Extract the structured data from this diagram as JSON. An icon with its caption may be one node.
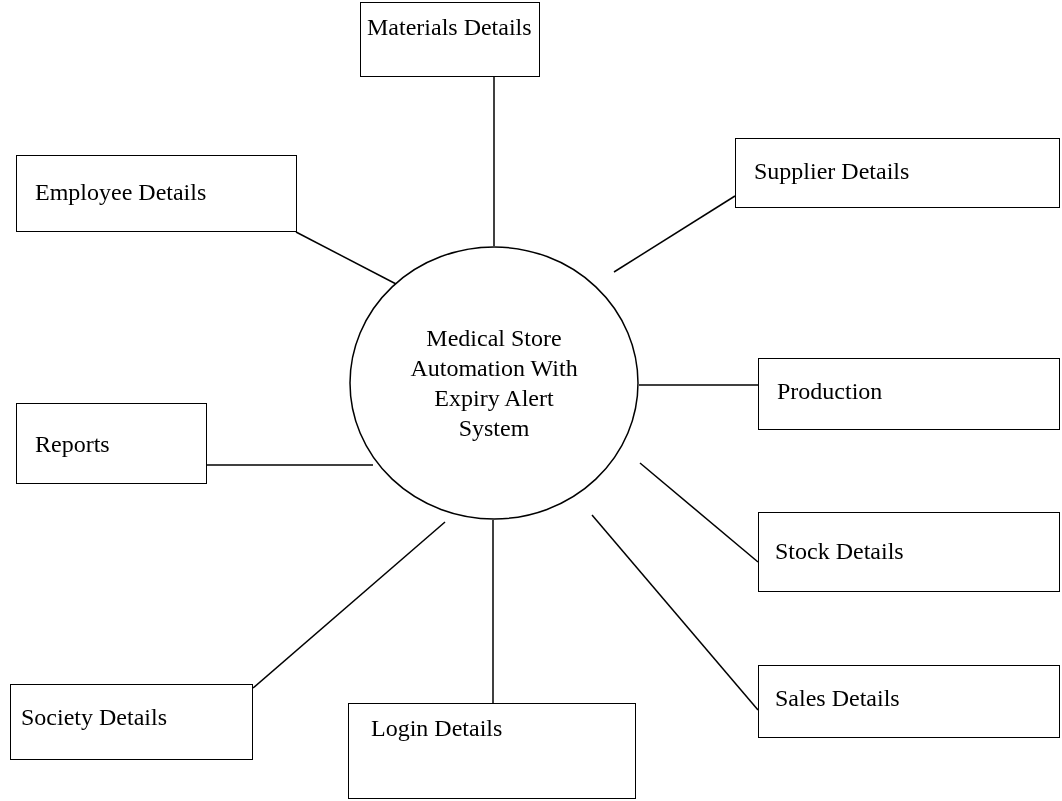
{
  "diagram": {
    "nodes": [
      {
        "text": [
          "Materials Details"
        ]
      },
      {
        "text": [
          "Supplier Details"
        ]
      },
      {
        "text": [
          "Employee Details"
        ]
      },
      {
        "text": [
          "Medical Store Automation With Expiry Alert System"
        ]
      },
      {
        "text": [
          "Production"
        ]
      },
      {
        "text": [
          "Reports"
        ]
      },
      {
        "text": [
          "Stock Details"
        ]
      },
      {
        "text": [
          "Society Details"
        ]
      },
      {
        "text": [
          "Sales Details"
        ]
      },
      {
        "text": [
          "Login Details"
        ]
      }
    ],
    "edges": [
      {
        "from": 3,
        "to": 0,
        "arrow": "none"
      },
      {
        "from": 3,
        "to": 1,
        "arrow": "none"
      },
      {
        "from": 3,
        "to": 2,
        "arrow": "none"
      },
      {
        "from": 3,
        "to": 4,
        "arrow": "none"
      },
      {
        "from": 3,
        "to": 5,
        "arrow": "none"
      },
      {
        "from": 3,
        "to": 6,
        "arrow": "none"
      },
      {
        "from": 3,
        "to": 7,
        "arrow": "none"
      },
      {
        "from": 3,
        "to": 8,
        "arrow": "none"
      },
      {
        "from": 3,
        "to": 9,
        "arrow": "none"
      }
    ]
  }
}
